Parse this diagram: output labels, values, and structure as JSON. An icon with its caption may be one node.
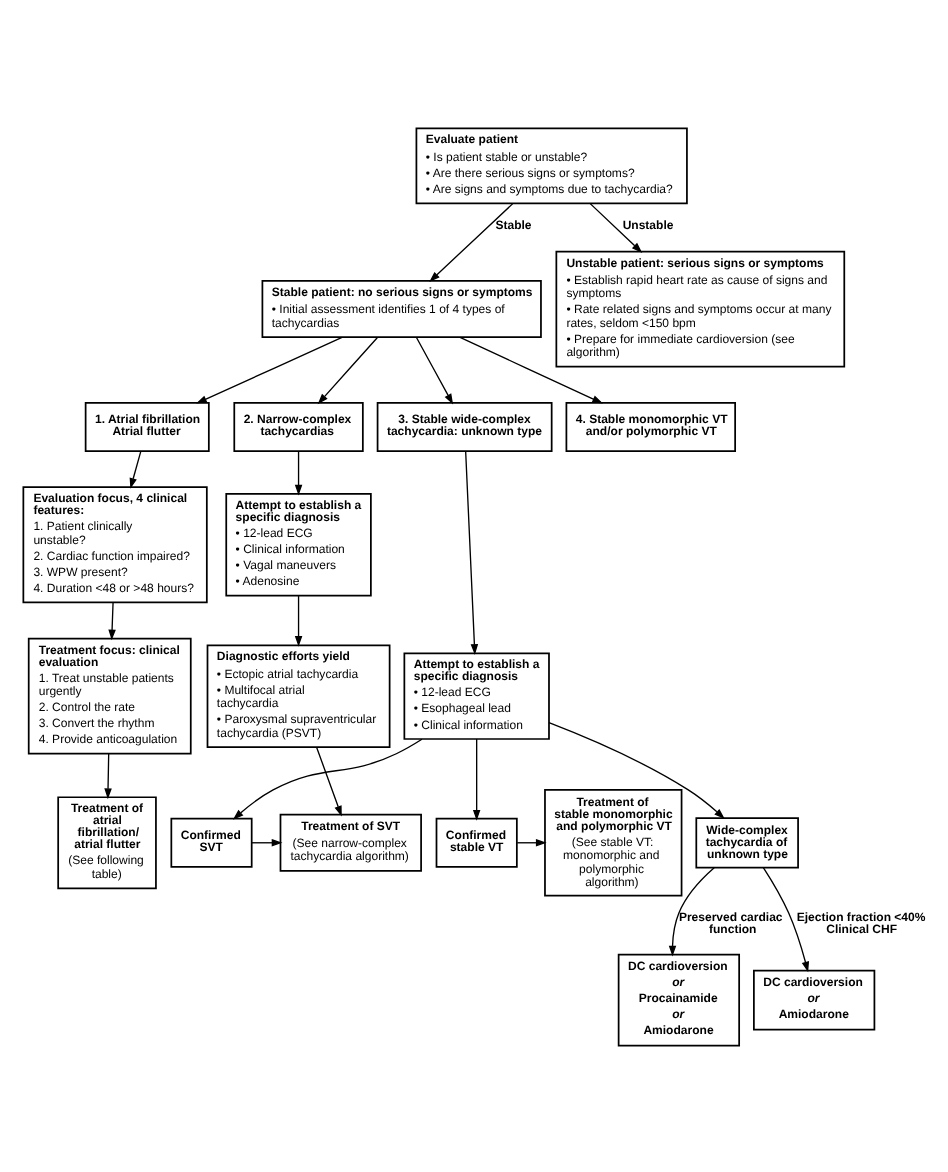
{
  "diagram": {
    "nodes": [
      {
        "text": [
          "Evaluate patient",
          "• Is patient stable or unstable?",
          "• Are there serious signs or symptoms?",
          "• Are signs and symptoms due to tachycardia?"
        ]
      },
      {
        "text": [
          "Stable patient: no serious signs or symptoms",
          "• Initial assessment identifies 1 of 4 types of tachycardias"
        ]
      },
      {
        "text": [
          "Unstable patient: serious signs or symptoms",
          "• Establish rapid heart rate as cause of signs and symptoms",
          "• Rate related signs and symptoms occur at many rates, seldom <150 bpm",
          "• Prepare for immediate cardioversion (see algorithm)"
        ]
      },
      {
        "text": [
          "1. Atrial fibrillation Atrial flutter"
        ]
      },
      {
        "text": [
          "2. Narrow-complex tachycardias"
        ]
      },
      {
        "text": [
          "3. Stable wide-complex tachycardia: unknown type"
        ]
      },
      {
        "text": [
          "4. Stable monomorphic VT and/or polymorphic VT"
        ]
      },
      {
        "text": [
          "Evaluation focus, 4 clinical features:",
          "1. Patient clinically unstable?",
          "2. Cardiac function impaired?",
          "3. WPW present?",
          "4. Duration <48 or >48 hours?"
        ]
      },
      {
        "text": [
          "Attempt to establish a specific diagnosis",
          "• 12-lead ECG",
          "• Clinical information",
          "• Vagal maneuvers",
          "• Adenosine"
        ]
      },
      {
        "text": [
          "Attempt to establish a specific diagnosis",
          "• 12-lead ECG",
          "• Esophageal lead",
          "• Clinical information"
        ]
      },
      {
        "text": [
          "Treatment focus: clinical evaluation",
          "1. Treat unstable patients urgently",
          "2. Control the rate",
          "3. Convert the rhythm",
          "4. Provide anticoagulation"
        ]
      },
      {
        "text": [
          "Diagnostic efforts yield",
          "• Ectopic atrial tachycardia",
          "• Multifocal atrial tachycardia",
          "• Paroxysmal supraventricular tachycardia (PSVT)"
        ]
      },
      {
        "text": [
          "Treatment of atrial fibrillation/ atrial flutter",
          "(See following table)"
        ]
      },
      {
        "text": [
          "Treatment of SVT",
          "(See narrow-complex tachycardia algorithm)"
        ]
      },
      {
        "text": [
          "Confirmed SVT"
        ]
      },
      {
        "text": [
          "Wide-complex tachycardia of unknown type"
        ]
      },
      {
        "text": [
          "Confirmed stable VT"
        ]
      },
      {
        "text": [
          "Treatment of stable monomorphic and polymorphic VT",
          "(See stable VT: monomorphic and polymorphic algorithm)"
        ]
      },
      {
        "text": [
          "DC cardioversion",
          "or",
          "Procainamide",
          "or",
          "Amiodarone"
        ]
      },
      {
        "text": [
          "DC cardioversion",
          "or",
          "Amiodarone"
        ]
      }
    ],
    "edges": [
      {
        "from": 0,
        "to": 1,
        "arrow": "to",
        "label": "Stable"
      },
      {
        "from": 0,
        "to": 2,
        "arrow": "to",
        "label": "Unstable"
      },
      {
        "from": 1,
        "to": 3,
        "arrow": "to"
      },
      {
        "from": 1,
        "to": 4,
        "arrow": "to"
      },
      {
        "from": 1,
        "to": 5,
        "arrow": "to"
      },
      {
        "from": 1,
        "to": 6,
        "arrow": "to"
      },
      {
        "from": 3,
        "to": 7,
        "arrow": "to"
      },
      {
        "from": 4,
        "to": 8,
        "arrow": "to"
      },
      {
        "from": 5,
        "to": 9,
        "arrow": "to"
      },
      {
        "from": 7,
        "to": 10,
        "arrow": "to"
      },
      {
        "from": 8,
        "to": 11,
        "arrow": "to"
      },
      {
        "from": 10,
        "to": 12,
        "arrow": "to"
      },
      {
        "from": 11,
        "to": 13,
        "arrow": "to"
      },
      {
        "from": 9,
        "to": 14,
        "arrow": "to"
      },
      {
        "from": 9,
        "to": 15,
        "arrow": "to"
      },
      {
        "from": 9,
        "to": 16,
        "arrow": "to"
      },
      {
        "from": 14,
        "to": 13,
        "arrow": "to"
      },
      {
        "from": 16,
        "to": 17,
        "arrow": "to"
      },
      {
        "from": 15,
        "to": 18,
        "arrow": "to",
        "label": "Preserved cardiac function"
      },
      {
        "from": 15,
        "to": 19,
        "arrow": "to",
        "label": "Ejection fraction <40% Clinical CHF"
      }
    ]
  }
}
